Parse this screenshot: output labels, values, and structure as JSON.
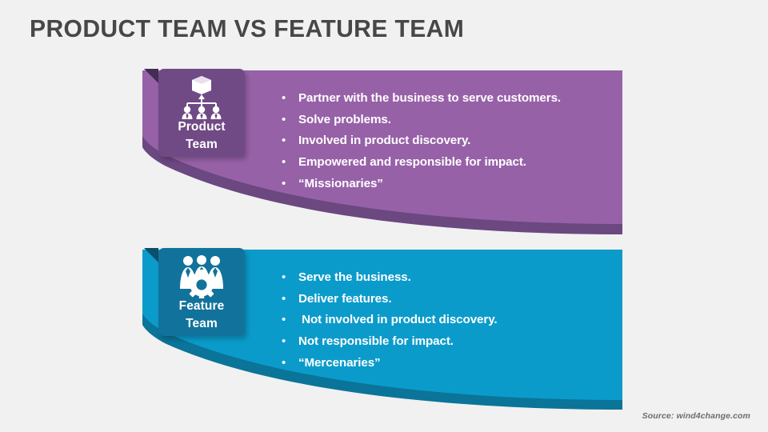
{
  "slide": {
    "title": "PRODUCT TEAM VS FEATURE TEAM",
    "background_color": "#f1f1f1",
    "title_color": "#474747"
  },
  "sections": [
    {
      "id": "product",
      "card_label_line1": "Product",
      "card_label_line2": "Team",
      "icon": "org-chart-people-icon",
      "banner_color": "#9761a8",
      "banner_shadow_color": "#6b4880",
      "card_color": "#704a85",
      "fold_color": "#442c52",
      "bullets": [
        "Partner with the business to serve customers.",
        "Solve problems.",
        "Involved in product discovery.",
        "Empowered and responsible for impact.",
        "“Missionaries”"
      ]
    },
    {
      "id": "feature",
      "card_label_line1": "Feature",
      "card_label_line2": "Team",
      "icon": "people-gear-icon",
      "banner_color": "#0b9bcb",
      "banner_shadow_color": "#0a7499",
      "card_color": "#11739b",
      "fold_color": "#0b4f6b",
      "bullets": [
        "Serve the business.",
        "Deliver features.",
        " Not involved in product discovery.",
        "Not responsible for impact.",
        "“Mercenaries”"
      ]
    }
  ],
  "bullet_glyph": "•",
  "source": {
    "text": "Source: wind4change.com"
  }
}
